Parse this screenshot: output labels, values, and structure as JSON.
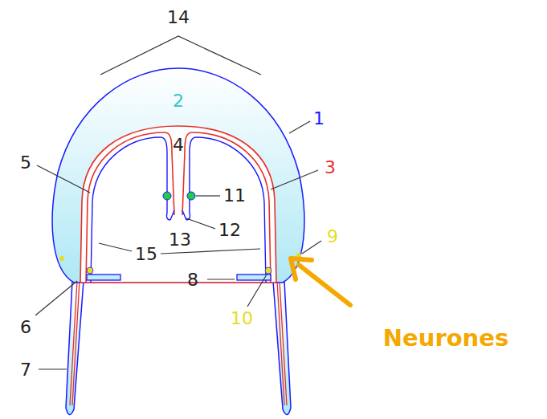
{
  "diagram": {
    "labels": [
      "14",
      "2",
      "1",
      "4",
      "5",
      "3",
      "11",
      "12",
      "13",
      "9",
      "15",
      "8",
      "6",
      "10",
      "Neurones",
      "7"
    ]
  }
}
